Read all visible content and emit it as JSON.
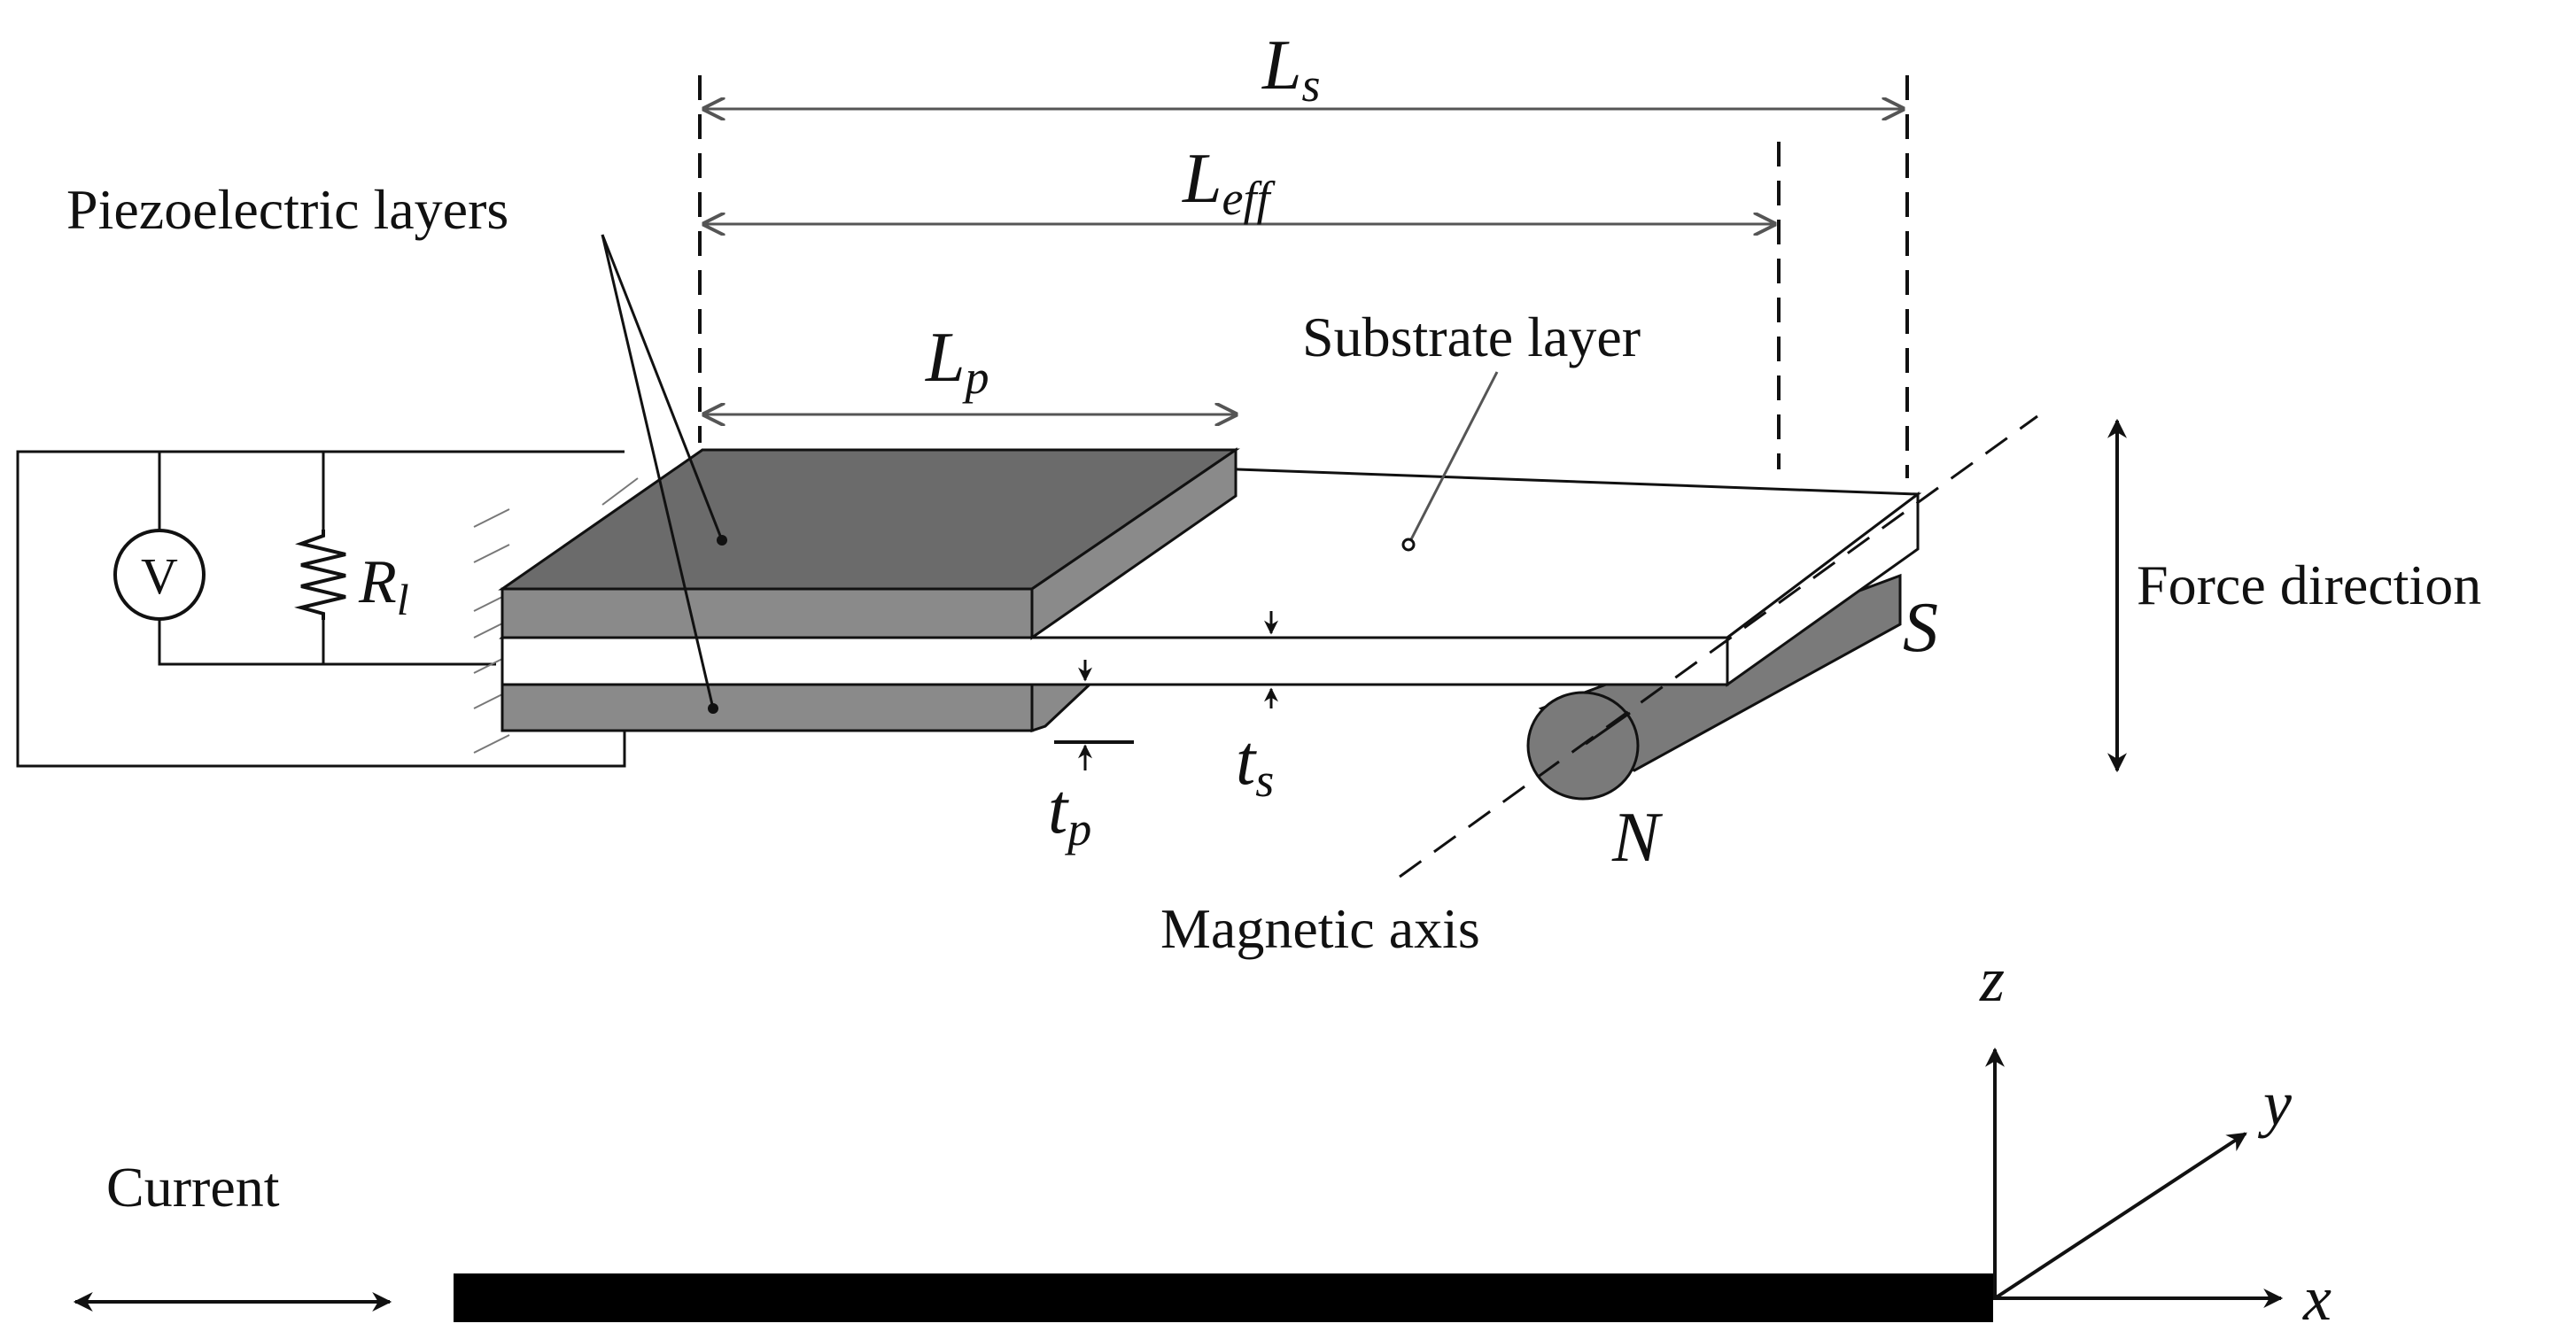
{
  "labels": {
    "piezo_layers": "Piezoelectric layers",
    "substrate_layer": "Substrate layer",
    "force_direction": "Force direction",
    "magnetic_axis": "Magnetic axis",
    "current": "Current",
    "voltmeter": "V"
  },
  "symbols": {
    "Ls_main": "L",
    "Ls_sub": "s",
    "Leff_main": "L",
    "Leff_sub": "eff",
    "Lp_main": "L",
    "Lp_sub": "p",
    "tp_main": "t",
    "tp_sub": "p",
    "ts_main": "t",
    "ts_sub": "s",
    "Rl_main": "R",
    "Rl_sub": "l",
    "south": "S",
    "north": "N",
    "axis_x": "x",
    "axis_y": "y",
    "axis_z": "z"
  },
  "colors": {
    "piezo_top": "#6b6b6b",
    "piezo_side": "#8a8a8a",
    "magnet": "#7a7a7a",
    "line": "#111111",
    "arrow_gray": "#555555"
  }
}
